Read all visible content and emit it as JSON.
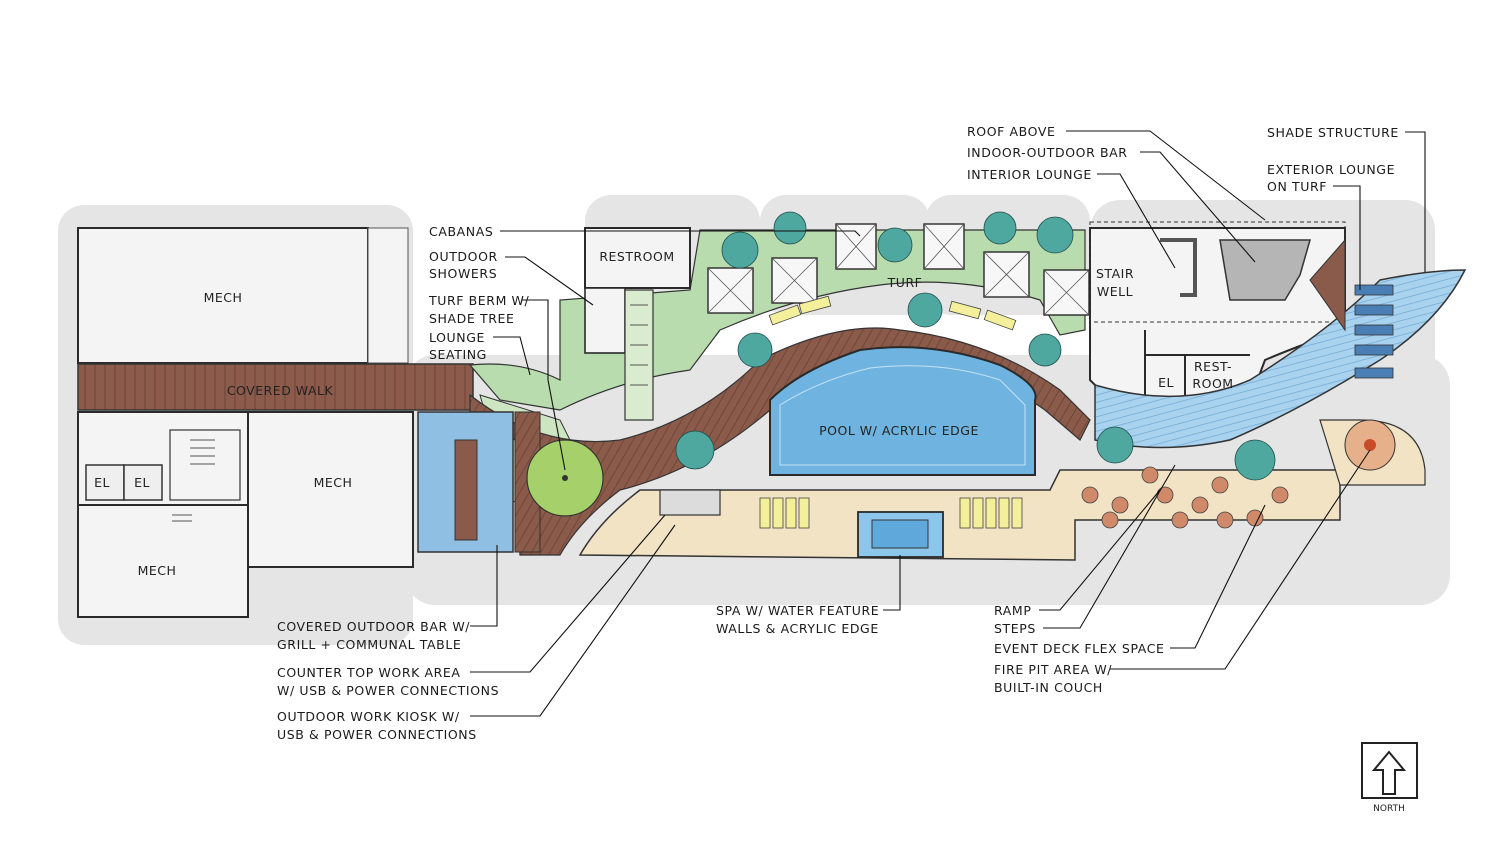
{
  "rooms": {
    "mech_top": "MECH",
    "covered_walk": "COVERED WALK",
    "el_1": "EL",
    "el_2": "EL",
    "mech_mid": "MECH",
    "mech_bottom": "MECH",
    "restroom": "RESTROOM",
    "turf": "TURF",
    "pool": "POOL W/ ACRYLIC EDGE",
    "stairwell_1": "STAIR",
    "stairwell_2": "WELL",
    "el_3": "EL",
    "restroom2_1": "REST-",
    "restroom2_2": "ROOM"
  },
  "callouts_left": {
    "cabanas": "CABANAS",
    "showers_1": "OUTDOOR",
    "showers_2": "SHOWERS",
    "berm_1": "TURF BERM W/",
    "berm_2": "SHADE TREE",
    "lounge_1": "LOUNGE",
    "lounge_2": "SEATING"
  },
  "callouts_top_right": {
    "roof": "ROOF ABOVE",
    "bar": "INDOOR-OUTDOOR BAR",
    "interior": "INTERIOR LOUNGE",
    "shade": "SHADE STRUCTURE",
    "ext_1": "EXTERIOR LOUNGE",
    "ext_2": "ON TURF"
  },
  "callouts_bottom": {
    "cob_1": "COVERED OUTDOOR BAR W/",
    "cob_2": "GRILL + COMMUNAL TABLE",
    "counter_1": "COUNTER TOP WORK AREA",
    "counter_2": "W/ USB & POWER CONNECTIONS",
    "kiosk_1": "OUTDOOR WORK KIOSK W/",
    "kiosk_2": "USB & POWER CONNECTIONS",
    "spa_1": "SPA W/ WATER FEATURE",
    "spa_2": "WALLS & ACRYLIC EDGE",
    "ramp": "RAMP",
    "steps": "STEPS",
    "event": "EVENT DECK FLEX SPACE",
    "fire_1": "FIRE PIT AREA W/",
    "fire_2": "BUILT-IN COUCH"
  },
  "north": {
    "label": "NORTH"
  },
  "colors": {
    "deck": "#8a5a4a",
    "pool": "#6fb4e0",
    "turf": "#b9dcae",
    "sand": "#f1e3c4",
    "shadow": "#e6e6e6"
  }
}
